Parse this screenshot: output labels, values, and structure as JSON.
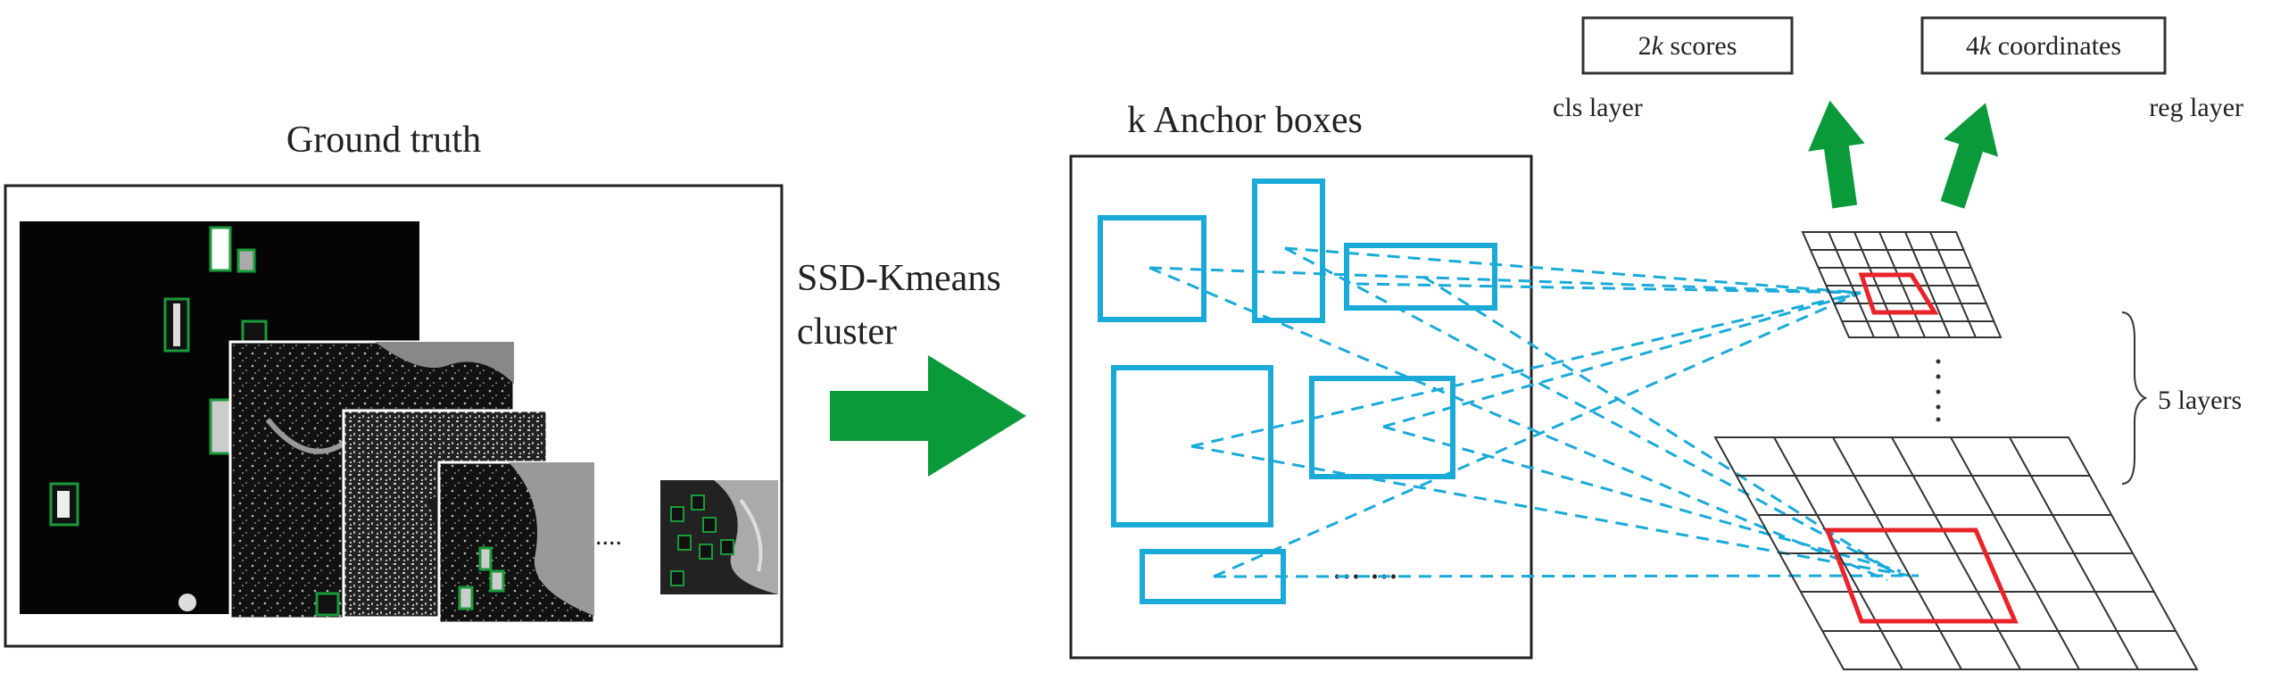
{
  "left_panel": {
    "title": "Ground truth",
    "ellipsis": "...."
  },
  "arrow_label": {
    "line1": "SSD-Kmeans",
    "line2": "cluster"
  },
  "anchor_panel": {
    "title": "k Anchor boxes",
    "ellipsis": "...  ..."
  },
  "outputs": {
    "cls_box": {
      "prefix": "2",
      "var": "k",
      "suffix": " scores"
    },
    "reg_box": {
      "prefix": "4",
      "var": "k",
      "suffix": " coordinates"
    },
    "cls_label": "cls layer",
    "reg_label": "reg layer"
  },
  "layers_label": "5 layers",
  "colors": {
    "anchor": "#1aaad8",
    "arrow": "#0a9a3a",
    "highlight": "#e8232a",
    "ship_box": "#1a9a3a",
    "grid": "#333333"
  }
}
